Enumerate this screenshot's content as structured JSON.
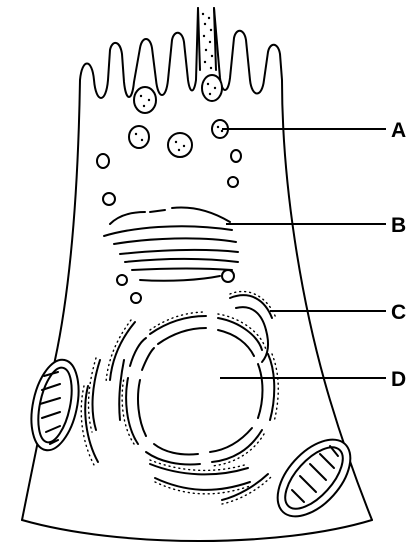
{
  "labels": {
    "A": "A",
    "B": "B",
    "C": "C",
    "D": "D"
  },
  "colors": {
    "line": "#000000",
    "background": "#ffffff"
  }
}
